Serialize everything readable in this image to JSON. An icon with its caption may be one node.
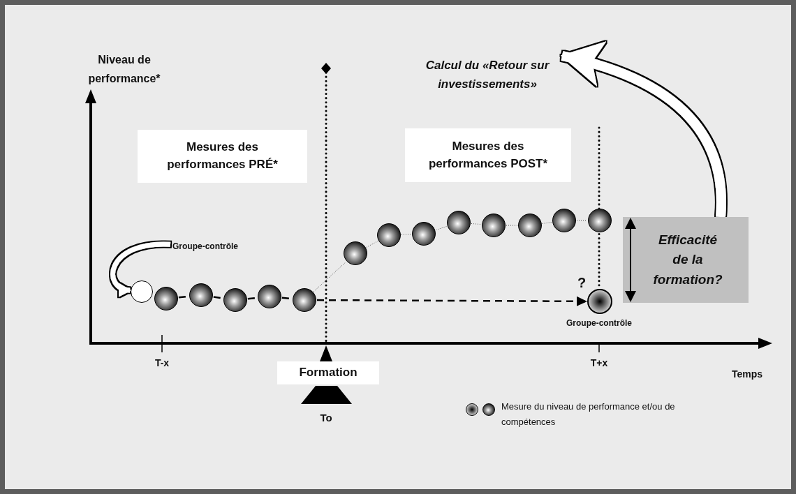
{
  "diagram": {
    "nodes": [
      {
        "text": [
          "Calcul du «Retour sur investissements»"
        ]
      },
      {
        "text": [
          "Mesures des performances PRÉ*"
        ]
      },
      {
        "text": [
          "Mesures des performances POST*"
        ]
      },
      {
        "text": [
          "Groupe-contrôle"
        ]
      },
      {
        "text": [
          "Efficacité de la formation?"
        ]
      },
      {
        "text": [],
        "shape": "circle"
      },
      {
        "text": [],
        "shape": "circle"
      },
      {
        "text": [],
        "shape": "circle"
      },
      {
        "text": [],
        "shape": "circle"
      },
      {
        "text": [],
        "shape": "circle"
      },
      {
        "text": [],
        "shape": "circle"
      },
      {
        "text": [],
        "shape": "circle"
      },
      {
        "text": [],
        "shape": "circle"
      },
      {
        "text": [],
        "shape": "circle"
      },
      {
        "text": [],
        "shape": "circle"
      },
      {
        "text": [],
        "shape": "circle"
      },
      {
        "text": [],
        "shape": "circle"
      },
      {
        "text": [],
        "shape": "circle"
      },
      {
        "text": [],
        "shape": "circle"
      },
      {
        "text": [],
        "shape": "circle",
        "beside": [
          "?",
          "Groupe-contrôle"
        ]
      },
      {
        "text": [
          "Formation"
        ],
        "beside": [
          "To"
        ]
      }
    ],
    "edges": [
      {
        "from": 3,
        "to": 5,
        "arrow": "to",
        "style": "thick",
        "color": "#ffffff"
      },
      {
        "from": 6,
        "to": 7,
        "arrow": "none",
        "style": "dashed"
      },
      {
        "from": 7,
        "to": 8,
        "arrow": "none",
        "style": "dashed"
      },
      {
        "from": 8,
        "to": 9,
        "arrow": "none",
        "style": "dashed"
      },
      {
        "from": 9,
        "to": 10,
        "arrow": "none",
        "style": "dashed"
      },
      {
        "from": 10,
        "to": 19,
        "arrow": "to",
        "style": "dashed"
      },
      {
        "from": 10,
        "to": 11,
        "arrow": "none",
        "style": "dashed"
      },
      {
        "from": 11,
        "to": 12,
        "arrow": "none",
        "style": "dashed"
      },
      {
        "from": 12,
        "to": 13,
        "arrow": "none",
        "style": "dashed"
      },
      {
        "from": 13,
        "to": 14,
        "arrow": "none",
        "style": "dashed"
      },
      {
        "from": 14,
        "to": 15,
        "arrow": "none",
        "style": "dashed"
      },
      {
        "from": 15,
        "to": 16,
        "arrow": "none",
        "style": "dashed"
      },
      {
        "from": 16,
        "to": 17,
        "arrow": "none",
        "style": "dashed"
      },
      {
        "from": 17,
        "to": 18,
        "arrow": "none",
        "style": "dashed"
      },
      {
        "from": 4,
        "to": 0,
        "arrow": "to",
        "style": "thick",
        "color": "#ffffff"
      }
    ],
    "labels": [
      "Niveau de performance*",
      "T-x",
      "T+x",
      "Temps"
    ],
    "legend": [
      {
        "text": "Mesure du niveau de performance et/ou de compétences"
      }
    ]
  }
}
